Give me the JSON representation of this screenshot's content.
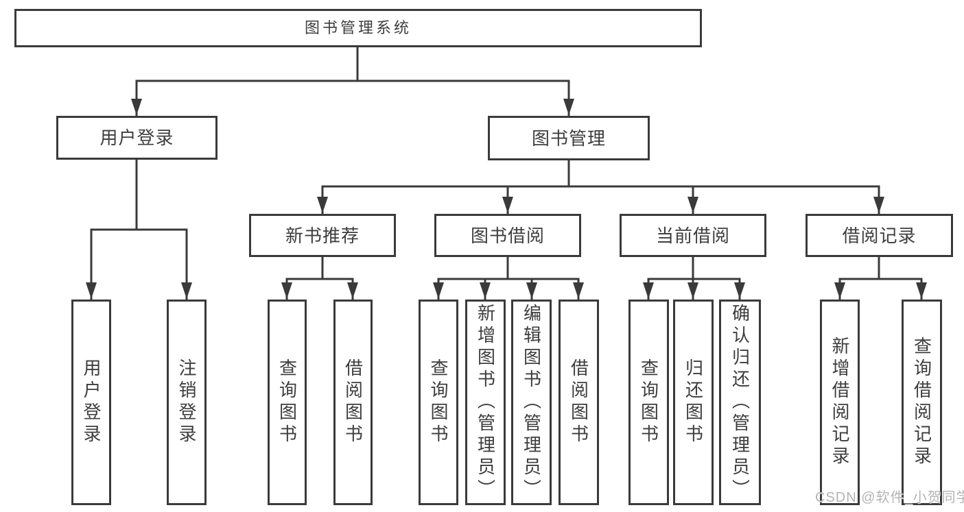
{
  "colors": {
    "line": "#3a3a3a",
    "text": "#3d3d3d",
    "background": "#ffffff",
    "watermark": "#b4b4b4"
  },
  "watermark": "CSDN @软件_小贺同学",
  "nodes": {
    "root": {
      "label": "图书管理系统"
    },
    "user_login": {
      "label": "用户登录"
    },
    "book_mgmt": {
      "label": "图书管理"
    },
    "new_book_rec": {
      "label": "新书推荐"
    },
    "book_borrow": {
      "label": "图书借阅"
    },
    "current_borrow": {
      "label": "当前借阅"
    },
    "borrow_records": {
      "label": "借阅记录"
    },
    "leaf_user_login": {
      "label": "用户登录"
    },
    "leaf_logout": {
      "label": "注销登录"
    },
    "rec_query_book": {
      "label": "查询图书"
    },
    "rec_borrow_book": {
      "label": "借阅图书"
    },
    "bb_query_book": {
      "label": "查询图书"
    },
    "bb_add_book": {
      "label": "新增图书（管理员）"
    },
    "bb_edit_book": {
      "label": "编辑图书（管理员）"
    },
    "bb_borrow_book": {
      "label": "借阅图书"
    },
    "cb_query_book": {
      "label": "查询图书"
    },
    "cb_return_book": {
      "label": "归还图书"
    },
    "cb_confirm_return": {
      "label": "确认归还（管理员）"
    },
    "br_add_record": {
      "label": "新增借阅记录"
    },
    "br_query_record": {
      "label": "查询借阅记录"
    }
  },
  "hierarchy": {
    "图书管理系统": {
      "用户登录": [
        "用户登录",
        "注销登录"
      ],
      "图书管理": {
        "新书推荐": [
          "查询图书",
          "借阅图书"
        ],
        "图书借阅": [
          "查询图书",
          "新增图书（管理员）",
          "编辑图书（管理员）",
          "借阅图书"
        ],
        "当前借阅": [
          "查询图书",
          "归还图书",
          "确认归还（管理员）"
        ],
        "借阅记录": [
          "新增借阅记录",
          "查询借阅记录"
        ]
      }
    }
  }
}
